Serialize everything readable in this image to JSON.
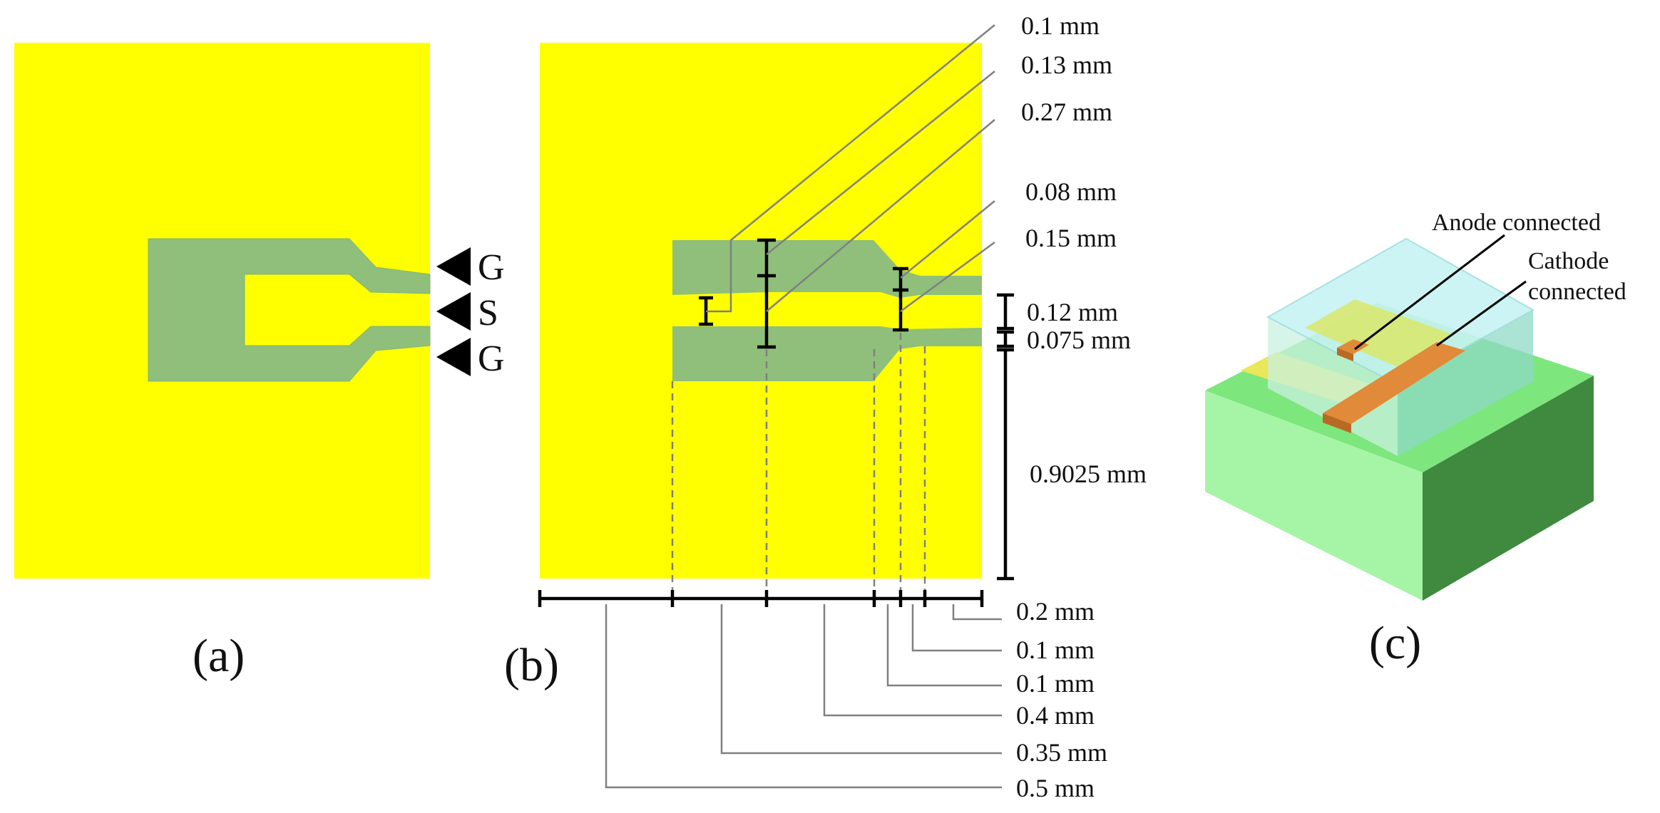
{
  "colors": {
    "substrate_yellow": "#ffff00",
    "trace_green": "#8fbf7a",
    "dimension_line": "#000000",
    "leader_line": "#808080",
    "block_green": "#8ee88e",
    "block_dark_green": "#3f8a3f",
    "glass_cyan": "#bfeeee",
    "electrode_orange": "#e08a3a"
  },
  "panel_a": {
    "caption": "(a)",
    "pads": [
      {
        "label": "G",
        "icon": "triangle-probe-icon"
      },
      {
        "label": "S",
        "icon": "triangle-probe-icon"
      },
      {
        "label": "G",
        "icon": "triangle-probe-icon"
      }
    ]
  },
  "panel_b": {
    "caption": "(b)",
    "top_dimensions": [
      "0.1 mm",
      "0.13 mm",
      "0.27 mm",
      "0.08 mm",
      "0.15 mm"
    ],
    "right_dimensions": [
      "0.12 mm",
      "0.075 mm",
      "0.9025 mm"
    ],
    "bottom_dimensions": [
      "0.2 mm",
      "0.1 mm",
      "0.1 mm",
      "0.4 mm",
      "0.35 mm",
      "0.5 mm"
    ]
  },
  "panel_c": {
    "caption": "(c)",
    "anode_label": "Anode connected",
    "cathode_label_line1": "Cathode",
    "cathode_label_line2": "connected"
  }
}
